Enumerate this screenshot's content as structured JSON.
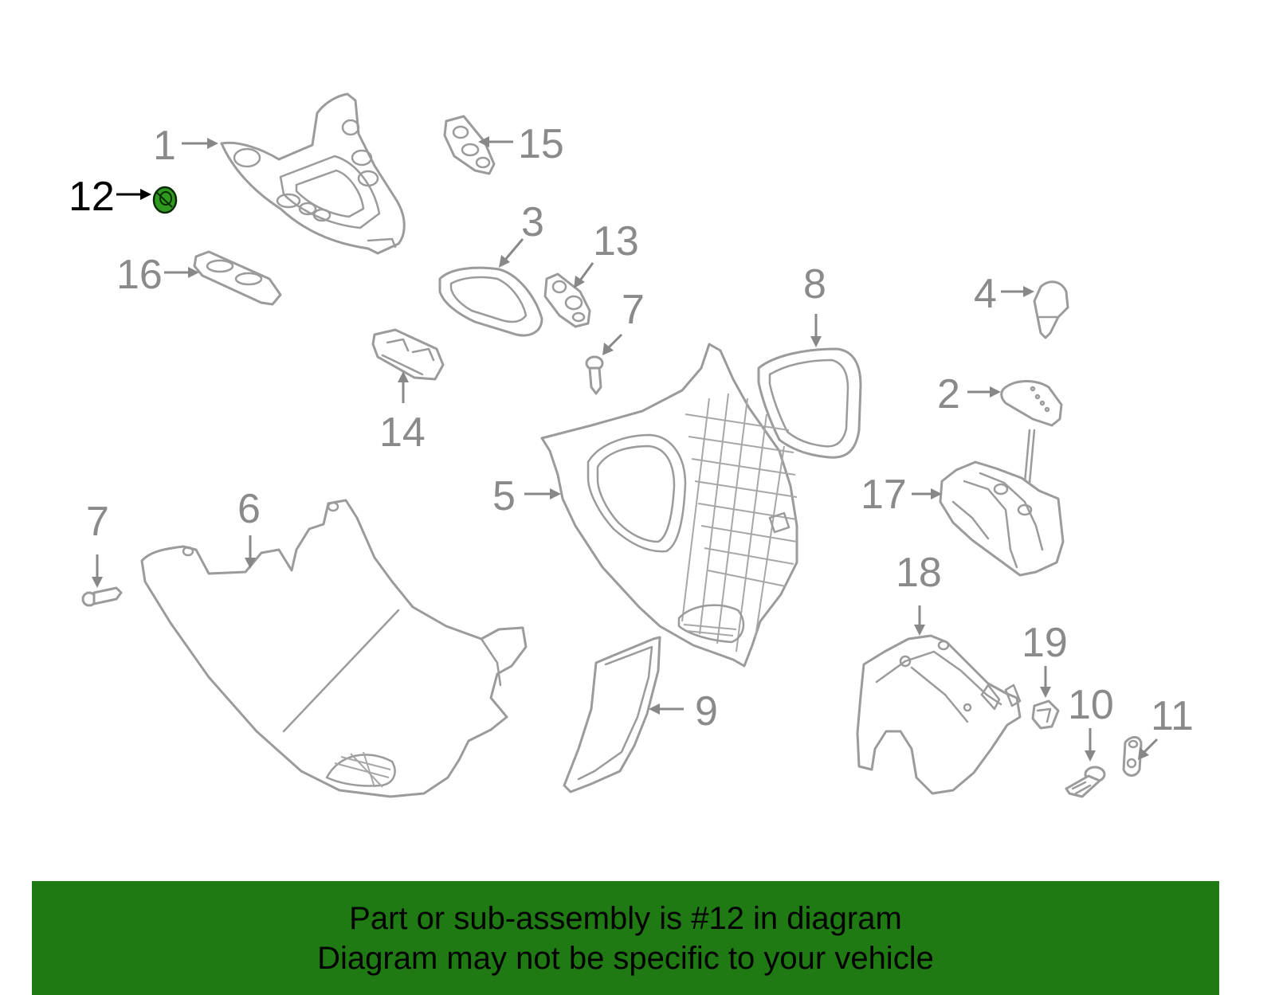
{
  "highlight_color": "#1f7a13",
  "highlighted_part": "12",
  "callouts": {
    "c1": "1",
    "c2": "2",
    "c3": "3",
    "c4": "4",
    "c5": "5",
    "c6": "6",
    "c7a": "7",
    "c7b": "7",
    "c8": "8",
    "c9": "9",
    "c10": "10",
    "c11": "11",
    "c12": "12",
    "c13": "13",
    "c14": "14",
    "c15": "15",
    "c16": "16",
    "c17": "17",
    "c18": "18",
    "c19": "19"
  },
  "banner": {
    "line1": "Part or sub-assembly is #12 in diagram",
    "line2": "Diagram may not be specific to your vehicle"
  }
}
